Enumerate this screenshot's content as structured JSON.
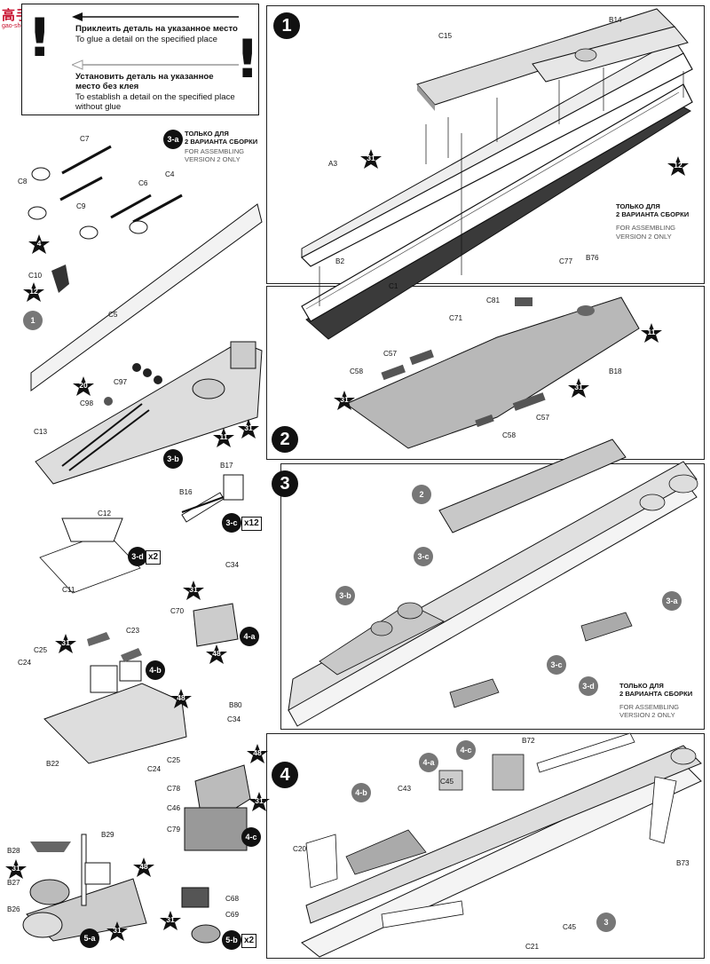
{
  "logo": {
    "text": "高手网",
    "url": "gao-shou.com"
  },
  "legend": {
    "glue_ru": "Приклеить деталь на указанное место",
    "glue_en": "To glue a detail on the specified place",
    "noglue_ru_1": "Установить деталь на указанное",
    "noglue_ru_2": "место без клея",
    "noglue_en_1": "To establish a detail on the specified place",
    "noglue_en_2": "without glue",
    "excl": "!"
  },
  "notes": {
    "version2_ru_1": "ТОЛЬКО ДЛЯ",
    "version2_ru_2": "2 ВАРИАНТА СБОРКИ",
    "version2_en_1": "FOR ASSEMBLING",
    "version2_en_2": "VERSION 2 ONLY"
  },
  "steps": {
    "s1": "1",
    "s2": "2",
    "s3": "3",
    "s4": "4",
    "sub_1": "1",
    "sub_2": "2",
    "sub_3": "3",
    "b3a": "3-a",
    "b3b": "3-b",
    "b3c": "3-c",
    "b3d": "3-d",
    "b4a": "4-a",
    "b4b": "4-b",
    "b4c": "4-c",
    "b5a": "5-a",
    "b5b": "5-b",
    "x12": "x12",
    "x2a": "x2",
    "x2b": "x2"
  },
  "colors": {
    "star": "#111111",
    "hull_dark": "#3a3a3a",
    "deck_grey": "#b8b8b8",
    "light_grey": "#d8d8d8",
    "logo": "#c8102e"
  },
  "parts": {
    "C7": "C7",
    "C8": "C8",
    "C9": "C9",
    "C6": "C6",
    "C4": "C4",
    "C5": "C5",
    "C10": "C10",
    "C97": "C97",
    "C98": "C98",
    "C13": "C13",
    "B17": "B17",
    "B16": "B16",
    "C12": "C12",
    "C11": "C11",
    "C34a": "C34",
    "C70": "C70",
    "C25a": "C25",
    "C23": "C23",
    "C24a": "C24",
    "C24b": "C24",
    "C25b": "C25",
    "B22": "B22",
    "B80": "B80",
    "C34b": "C34",
    "C78": "C78",
    "C46": "C46",
    "C79": "C79",
    "B28": "B28",
    "B29": "B29",
    "B27": "B27",
    "B26": "B26",
    "C68": "C68",
    "C69": "C69",
    "C15": "C15",
    "B14": "B14",
    "A3": "A3",
    "B2": "B2",
    "C1": "C1",
    "C77": "C77",
    "B76": "B76",
    "C81": "C81",
    "C71": "C71",
    "C57a": "C57",
    "C58a": "C58",
    "B18": "B18",
    "C57b": "C57",
    "C58b": "C58",
    "C43": "C43",
    "C45a": "C45",
    "B72": "B72",
    "C20": "C20",
    "B73": "B73",
    "C21": "C21",
    "C45b": "C45"
  },
  "stars": {
    "st4": "4",
    "st12a": "12",
    "st20": "20",
    "st11a": "11",
    "st31a": "31",
    "st31b": "31",
    "st48a": "48",
    "st31c": "31",
    "st48b": "48",
    "st48c": "48",
    "st31d": "31",
    "st31e": "31",
    "st48d": "48",
    "st31f": "31",
    "st31g": "31",
    "st12b": "12",
    "st11b": "11",
    "st31h": "31",
    "st31i": "31"
  }
}
